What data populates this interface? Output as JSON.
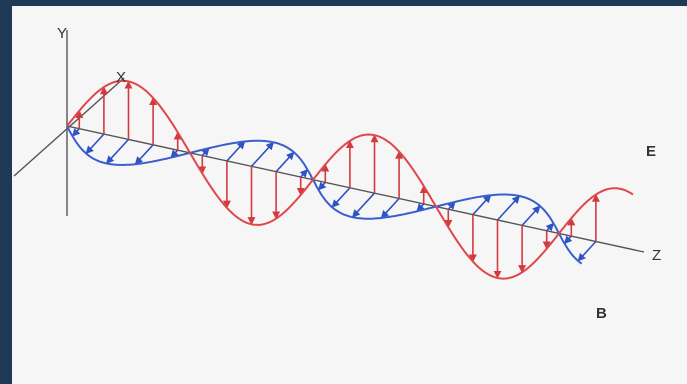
{
  "diagram": {
    "labels": {
      "y_axis": "Y",
      "x_axis": "X",
      "z_axis": "Z",
      "e_field": "E",
      "b_field": "B"
    },
    "colors": {
      "background": "#f6f6f6",
      "frame": "#1f3a56",
      "axis": "#555555",
      "e_field": "#e0474c",
      "b_field": "#3a5fcd"
    }
  }
}
